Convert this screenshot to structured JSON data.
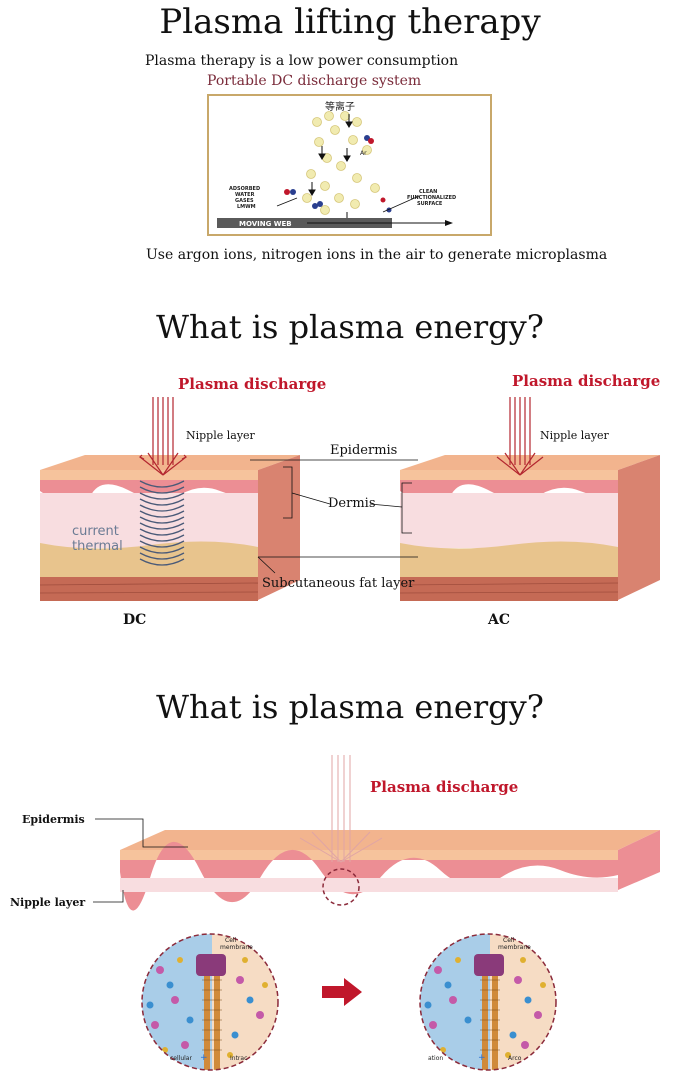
{
  "section1": {
    "title": "Plasma lifting therapy",
    "subtitle": "Plasma therapy is a low power consumption",
    "subtitle2": "Portable DC discharge system",
    "diagram": {
      "top_label": "等离子",
      "ar_label": "Ar",
      "left_label": [
        "ADSORBED",
        "WATER",
        "GASES",
        "LMWM"
      ],
      "right_label": [
        "CLEAN",
        "FUNCTIONALIZED",
        "SURFACE"
      ],
      "bottom_label": "MOVING WEB"
    },
    "caption": "Use argon ions, nitrogen ions in the air to generate microplasma"
  },
  "section2": {
    "title": "What is plasma energy?",
    "left_discharge": "Plasma discharge",
    "right_discharge": "Plasma discharge",
    "left_nipple": "Nipple layer",
    "right_nipple": "Nipple layer",
    "epidermis": "Epidermis",
    "dermis": "Dermis",
    "current_thermal": [
      "current",
      "thermal"
    ],
    "fat": "Subcutaneous fat layer",
    "dc": "DC",
    "ac": "AC"
  },
  "section3": {
    "title": "What is plasma energy?",
    "discharge": "Plasma discharge",
    "epidermis": "Epidermis",
    "nipple": "Nipple layer",
    "cell_labels": {
      "membrane": [
        "Cell",
        "membrane"
      ],
      "extracellular": "cellular",
      "intracellular": "Intrac",
      "extracellular_right": "ation",
      "intracellular_right": "Arco"
    }
  },
  "colors": {
    "discharge_red": "#c0172b",
    "skin_pink": "#f3c2c2",
    "fat_tan": "#e8c48d",
    "muscle_red": "#c56a55"
  }
}
